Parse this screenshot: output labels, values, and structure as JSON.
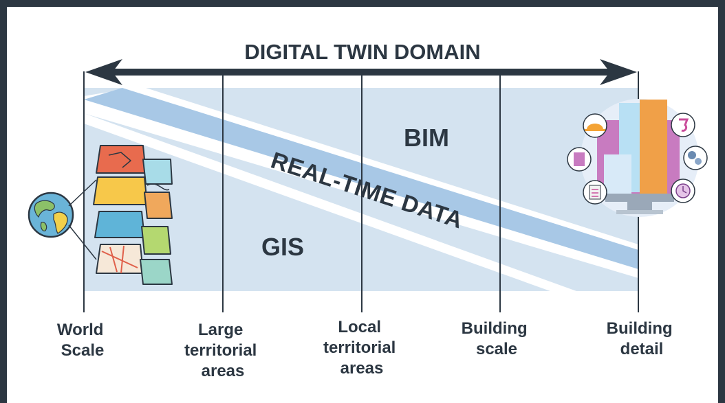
{
  "title": "DIGITAL TWIN DOMAIN",
  "bands": {
    "gis": "GIS",
    "bim": "BIM",
    "realtime": "REAL-TIME DATA"
  },
  "scales": [
    {
      "lines": [
        "World",
        "Scale"
      ]
    },
    {
      "lines": [
        "Large",
        "territorial",
        "areas"
      ]
    },
    {
      "lines": [
        "Local",
        "territorial",
        "areas"
      ]
    },
    {
      "lines": [
        "Building",
        "scale"
      ]
    },
    {
      "lines": [
        "Building",
        "detail"
      ]
    }
  ],
  "colors": {
    "frame": "#2c3742",
    "area": "#d4e3f0",
    "realtime_band": "#a8c8e6",
    "text": "#2c3742"
  },
  "icons": {
    "left": [
      "globe-icon",
      "gis-map-layers-icon"
    ],
    "right": [
      "smart-building-monitor-icon",
      "hard-hat-icon",
      "crane-hook-icon",
      "building-icon",
      "gears-icon",
      "checklist-icon",
      "clock-icon"
    ]
  }
}
